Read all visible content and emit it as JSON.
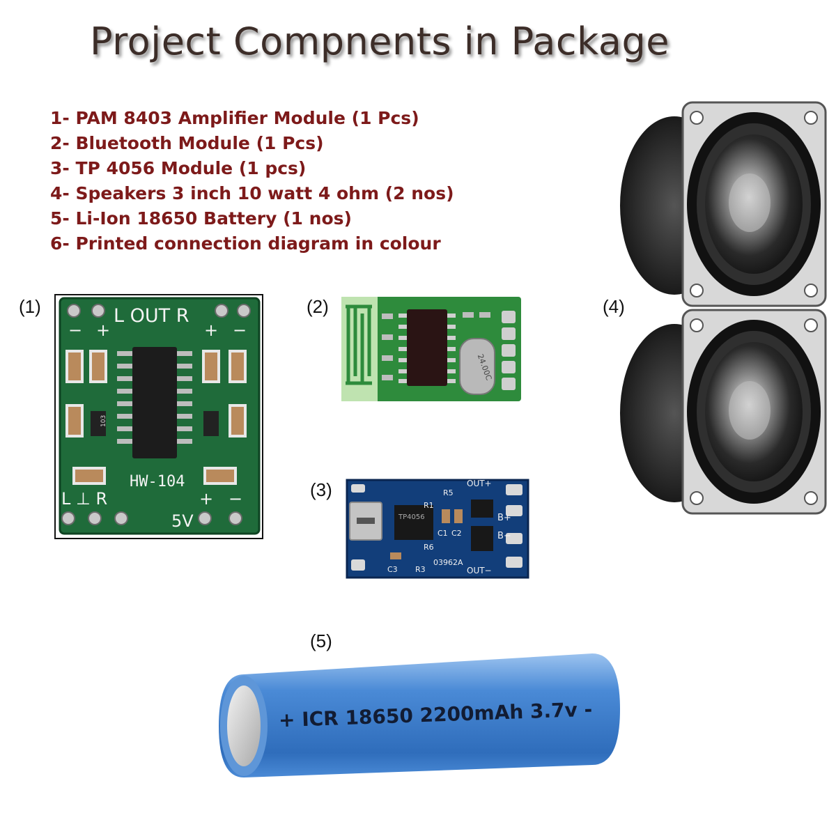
{
  "title": "Project Compnents in Package",
  "components": [
    "1- PAM 8403 Amplifier Module (1 Pcs)",
    "2- Bluetooth Module (1 Pcs)",
    "3- TP 4056 Module (1 pcs)",
    "4- Speakers 3 inch 10 watt 4 ohm (2 nos)",
    "5- Li-Ion 18650 Battery (1 nos)",
    "6- Printed connection diagram in colour"
  ],
  "tags": {
    "t1": "(1)",
    "t2": "(2)",
    "t3": "(3)",
    "t4": "(4)",
    "t5": "(5)"
  },
  "amp_board": {
    "top_label": "L OUT R",
    "model": "HW-104",
    "left_pins": "L  ⊥  R",
    "power": "5V",
    "chip_code": "103",
    "plus": "+",
    "minus": "−"
  },
  "bt_board": {
    "crystal": "24.00C"
  },
  "charger_board": {
    "out_plus": "OUT+",
    "out_minus": "OUT−",
    "b_plus": "B+",
    "b_minus": "B−",
    "code": "03962A",
    "r1": "R1",
    "r5": "R5",
    "r6": "R6",
    "c1": "C1",
    "c2": "C2",
    "c3": "C3",
    "r3": "R3",
    "chip": "TP4056"
  },
  "battery": {
    "label": "+ ICR 18650 2200mAh 3.7v -"
  },
  "colors": {
    "title": "#3c2d28",
    "list": "#7d1a1a",
    "pcb_green": "#1f6b3a",
    "pcb_blue": "#123e7a",
    "battery_blue": "#3f7fcf"
  }
}
